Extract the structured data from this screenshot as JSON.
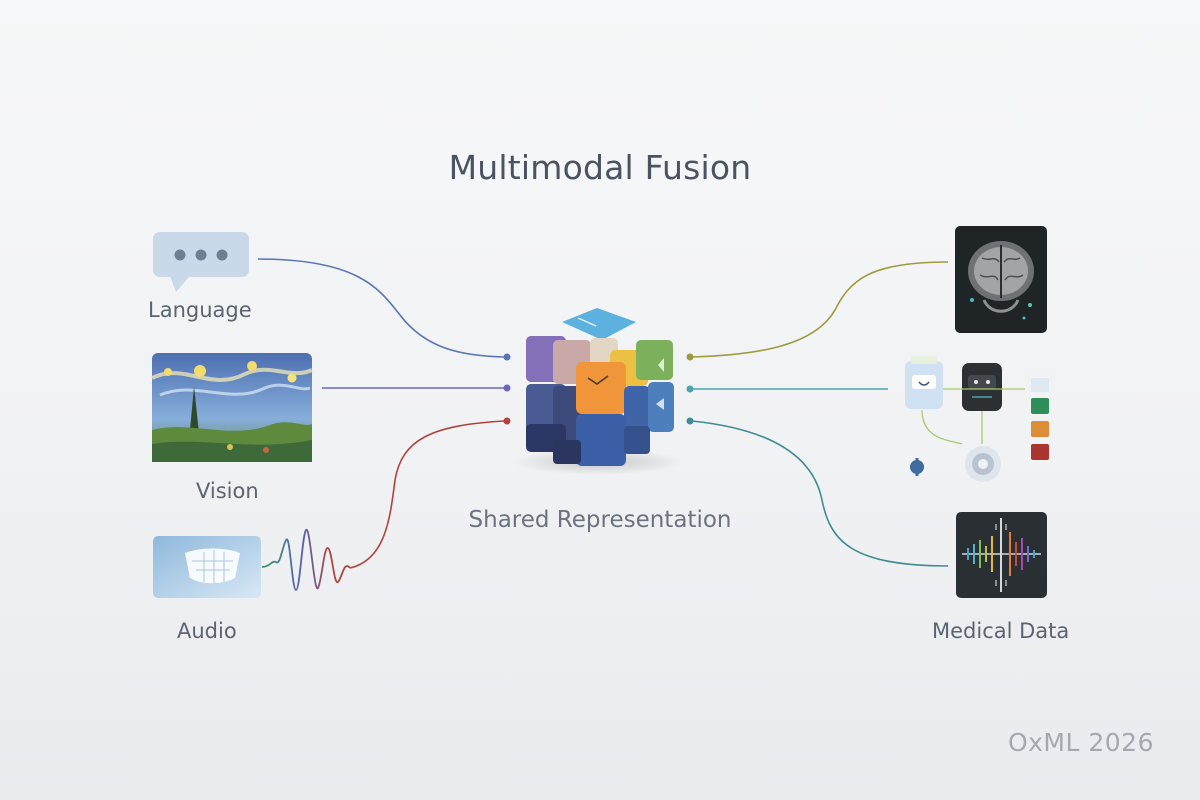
{
  "title": "Multimodal Fusion",
  "center": {
    "label": "Shared Representation"
  },
  "inputs": [
    {
      "label": "Language",
      "icon": "speech-bubble-icon"
    },
    {
      "label": "Vision",
      "icon": "starry-night-painting"
    },
    {
      "label": "Audio",
      "icon": "waveform-icon"
    }
  ],
  "outputs": [
    {
      "label": "",
      "icon": "brain-scan-image"
    },
    {
      "label": "",
      "icon": "medical-devices-icon"
    },
    {
      "label": "Medical Data",
      "icon": "signal-chart-icon"
    }
  ],
  "footer": "OxML 2026",
  "colors": {
    "title": "#4a5361",
    "language_line": "#5876b4",
    "vision_line": "#6c66bc",
    "audio_line": "#b0443c",
    "brain_line": "#9e9b3e",
    "devices_line": "#4aa3b0",
    "medical_line": "#3d8c94"
  }
}
